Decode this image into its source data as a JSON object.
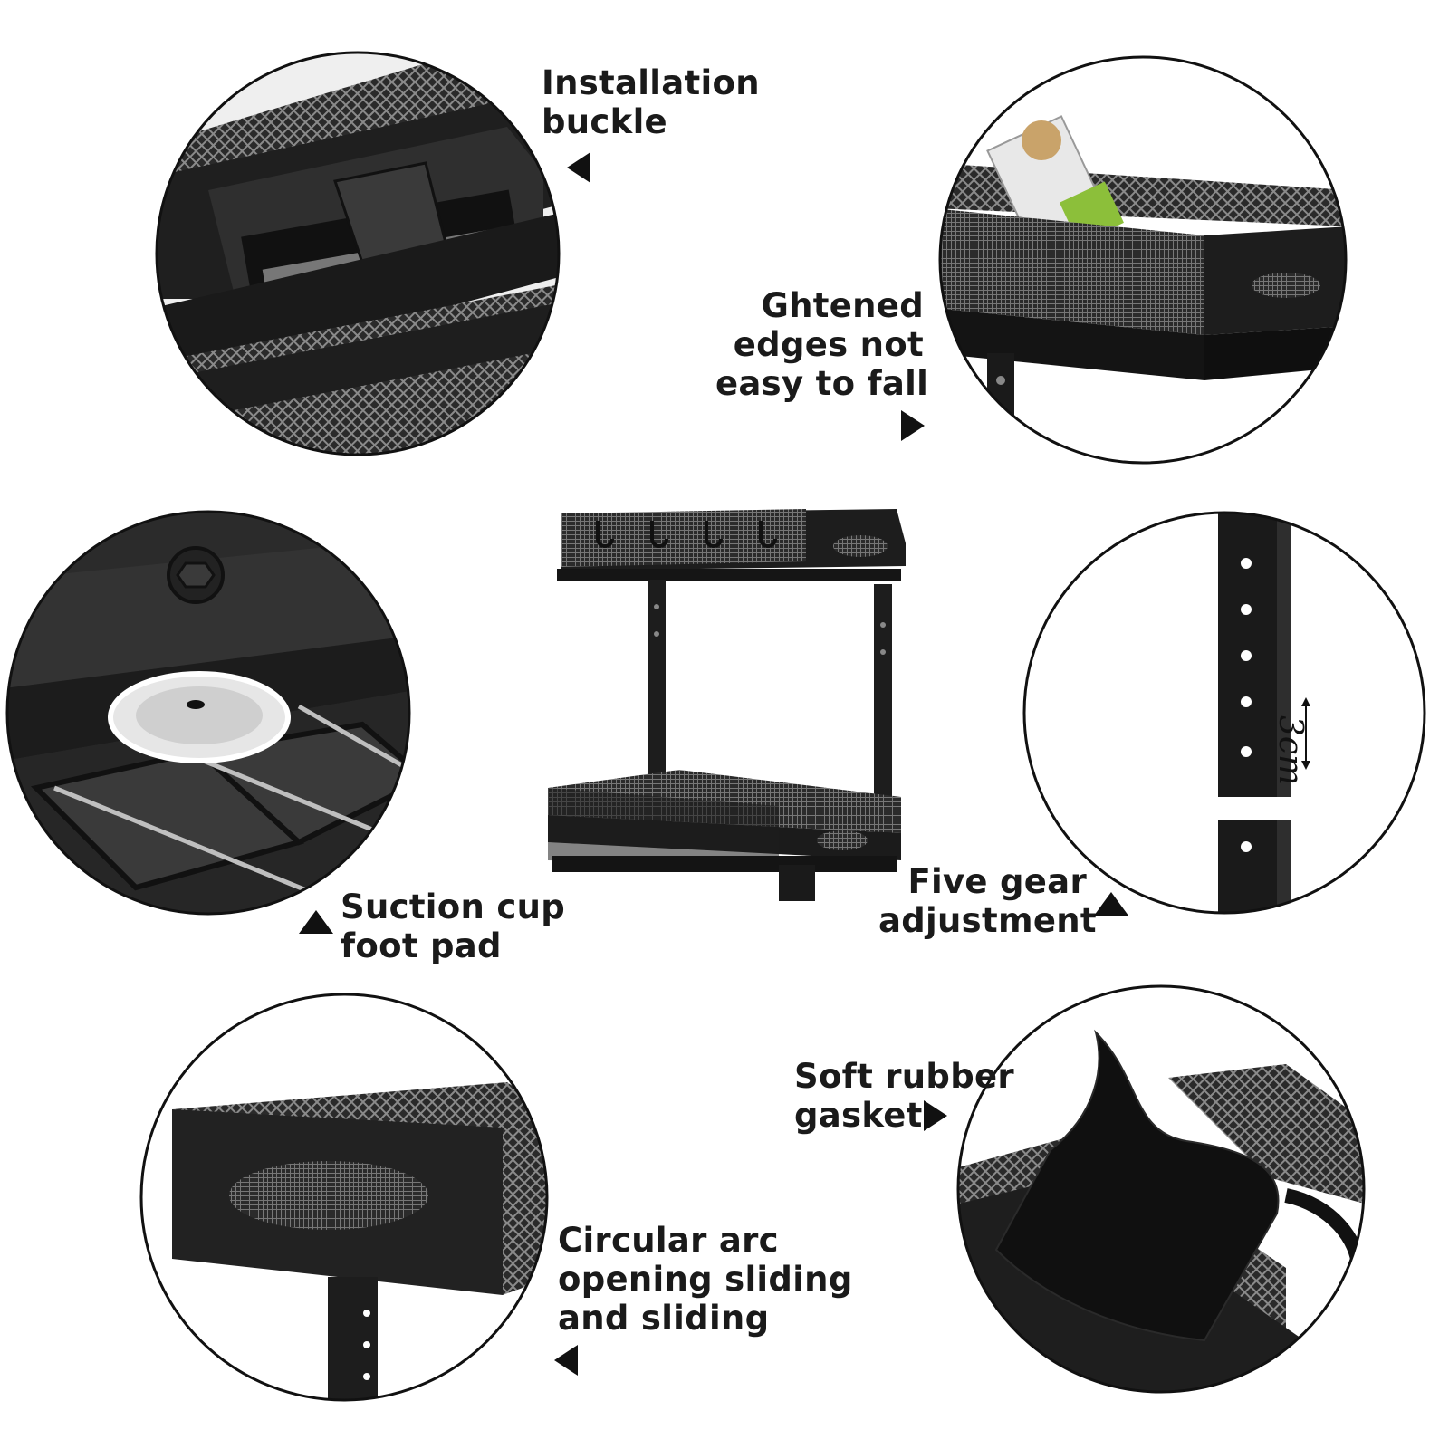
{
  "features": [
    {
      "id": "installation-buckle",
      "lines": [
        "Installation",
        "buckle"
      ]
    },
    {
      "id": "tightened-edges",
      "lines": [
        "Ghtened",
        "edges not",
        "easy to fall"
      ]
    },
    {
      "id": "suction-cup",
      "lines": [
        "Suction cup",
        "foot pad"
      ]
    },
    {
      "id": "five-gear",
      "lines": [
        "Five gear",
        "adjustment"
      ]
    },
    {
      "id": "soft-gasket",
      "lines": [
        "Soft rubber",
        "gasket"
      ]
    },
    {
      "id": "arc-opening",
      "lines": [
        "Circular arc",
        "opening sliding",
        "and sliding"
      ]
    }
  ],
  "measurement": {
    "label": "3cm"
  },
  "colors": {
    "metal": "#1f1f1f",
    "mesh": "#3a3a3a",
    "outline": "#111111",
    "background": "#ffffff",
    "chrome": "#d9d9d9"
  }
}
